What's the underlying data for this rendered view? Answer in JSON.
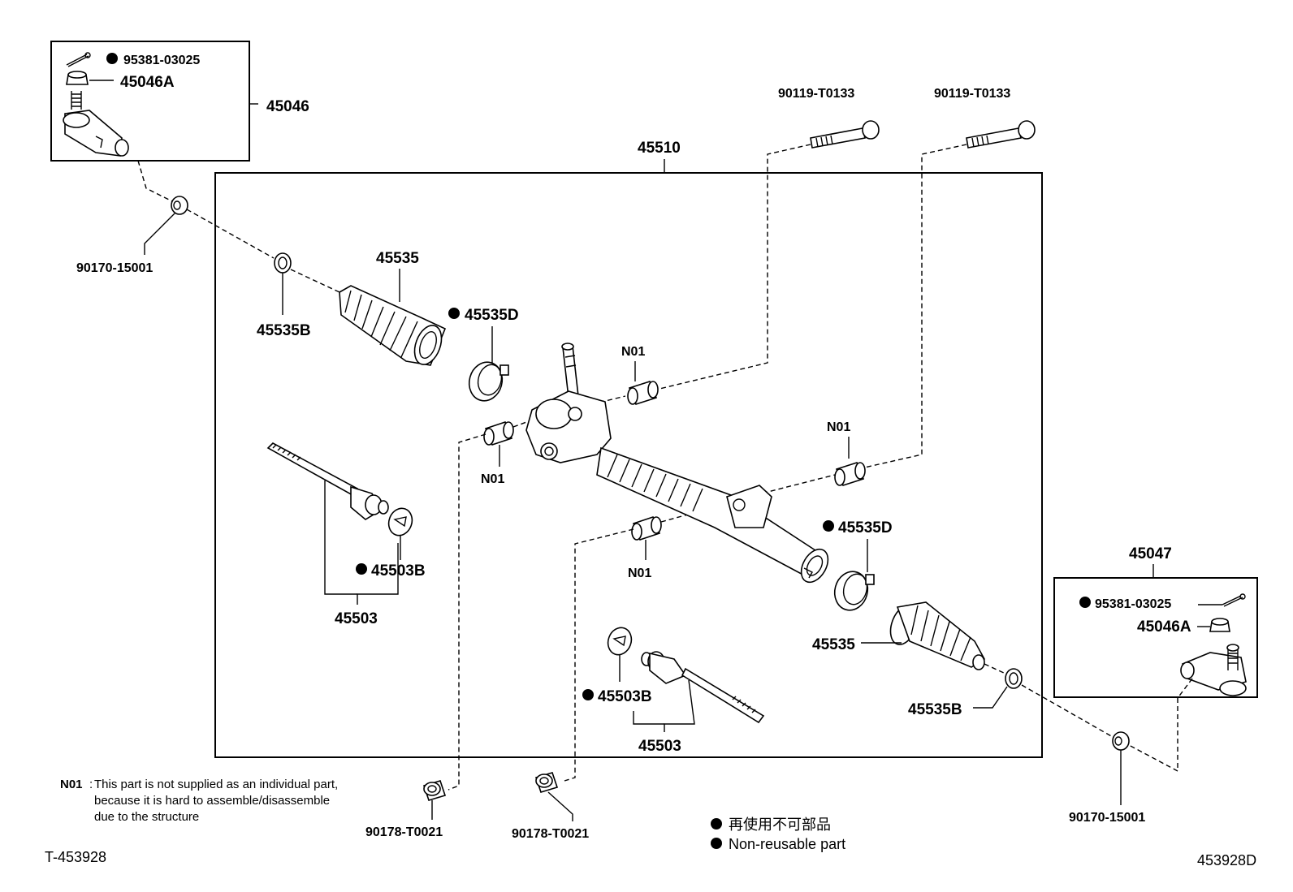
{
  "labels": {
    "cotter_pin_top": "95381-03025",
    "nut_top": "45046A",
    "tie_rod_end_left": "45046",
    "gear_assembly": "45510",
    "bolt_left": "90119-T0133",
    "bolt_right": "90119-T0133",
    "clip_nut_left": "90170-15001",
    "boot_upper": "45535",
    "clip_upper": "45535B",
    "clamp_upper": "45535D",
    "bush_upper_left": "N01",
    "bush_upper_mid": "N01",
    "bush_right": "N01",
    "bush_lower_mid": "N01",
    "washer_upper": "45503B",
    "rod_upper": "45503",
    "clamp_lower": "45535D",
    "tie_rod_end_right": "45047",
    "cotter_pin_right": "95381-03025",
    "nut_right": "45046A",
    "boot_lower": "45535",
    "washer_lower": "45503B",
    "rod_lower": "45503",
    "clip_lower": "45535B",
    "nut_bottom_left": "90178-T0021",
    "nut_bottom_mid": "90178-T0021",
    "clip_nut_right": "90170-15001"
  },
  "note": {
    "code": "N01",
    "line1": "This part is not supplied as an individual part,",
    "line2": "because it is hard to assemble/disassemble",
    "line3": "due to the structure"
  },
  "legend": {
    "jp": "再使用不可部品",
    "en": "Non-reusable part"
  },
  "footer": {
    "ref_left": "T-453928",
    "ref_right": "453928D"
  }
}
